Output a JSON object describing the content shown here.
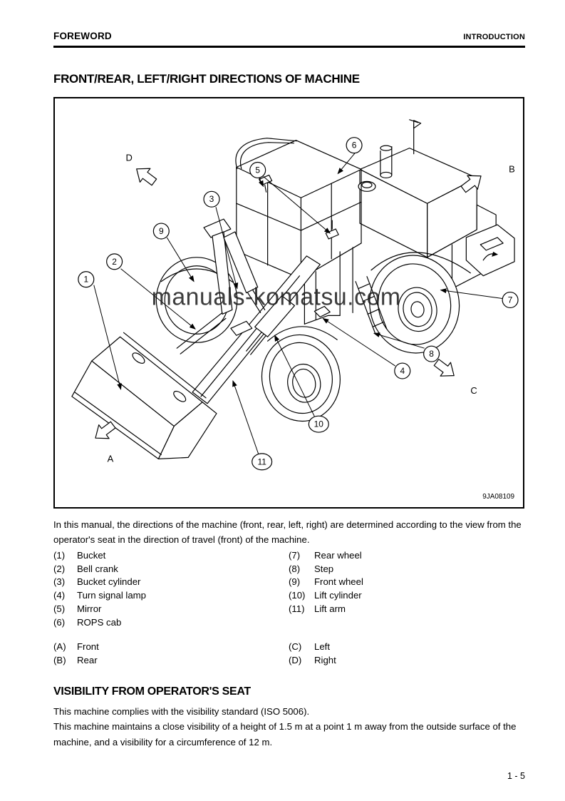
{
  "page": {
    "header_left": "FOREWORD",
    "header_right": "INTRODUCTION",
    "page_number": "1 - 5"
  },
  "directions": {
    "title": "FRONT/REAR, LEFT/RIGHT DIRECTIONS OF MACHINE",
    "figure": {
      "watermark": "manuals-komatsu.com",
      "code": "9JA08109",
      "callouts": [
        "1",
        "2",
        "3",
        "4",
        "5",
        "6",
        "7",
        "8",
        "9",
        "10",
        "11"
      ],
      "direction_labels": {
        "a": "A",
        "b": "B",
        "c": "C",
        "d": "D"
      }
    },
    "intro": "In this manual, the directions of the machine (front, rear, left, right) are determined according to the view from the operator's seat in the direction of travel (front) of the machine.",
    "parts_left": [
      {
        "num": "(1)",
        "label": "Bucket"
      },
      {
        "num": "(2)",
        "label": "Bell crank"
      },
      {
        "num": "(3)",
        "label": "Bucket cylinder"
      },
      {
        "num": "(4)",
        "label": "Turn signal lamp"
      },
      {
        "num": "(5)",
        "label": "Mirror"
      },
      {
        "num": "(6)",
        "label": "ROPS cab"
      }
    ],
    "parts_right": [
      {
        "num": "(7)",
        "label": "Rear wheel"
      },
      {
        "num": "(8)",
        "label": "Step"
      },
      {
        "num": "(9)",
        "label": "Front wheel"
      },
      {
        "num": "(10)",
        "label": "Lift cylinder"
      },
      {
        "num": "(11)",
        "label": "Lift arm"
      }
    ],
    "letters_left": [
      {
        "num": "(A)",
        "label": "Front"
      },
      {
        "num": "(B)",
        "label": "Rear"
      }
    ],
    "letters_right": [
      {
        "num": "(C)",
        "label": "Left"
      },
      {
        "num": "(D)",
        "label": "Right"
      }
    ]
  },
  "visibility": {
    "title": "VISIBILITY FROM OPERATOR'S SEAT",
    "para1": "This machine complies with the visibility standard (ISO 5006).",
    "para2": "This machine maintains a close visibility of a height of 1.5 m at a point 1 m away from the outside surface of the machine, and a visibility for a circumference of 12 m."
  },
  "colors": {
    "ink": "#000000",
    "watermark": "#1b1b1b"
  }
}
